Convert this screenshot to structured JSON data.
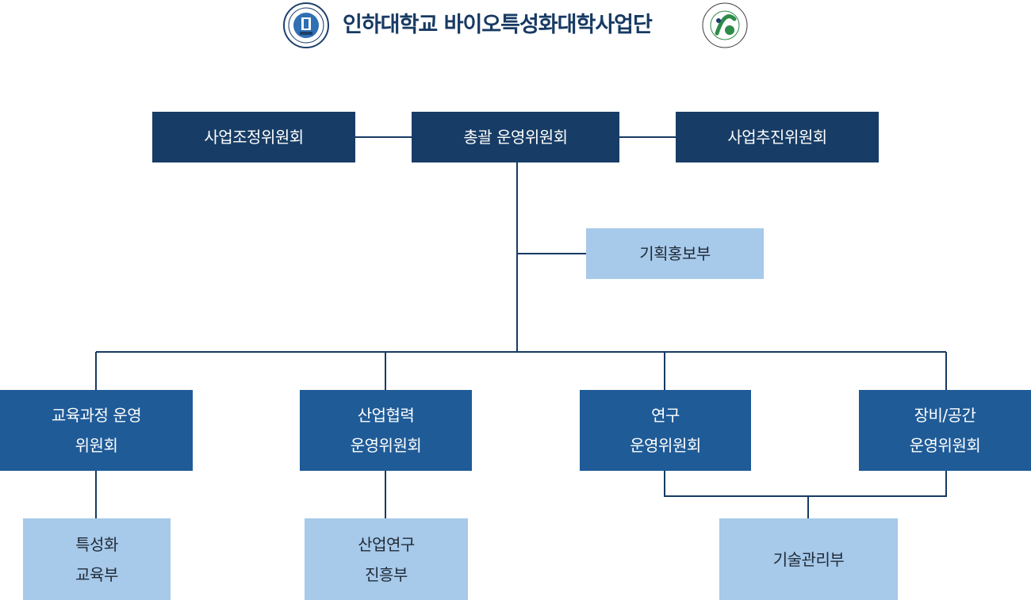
{
  "header": {
    "title": "인하대학교 바이오특성화대학사업단",
    "left_logo_icon": "inha-university-seal-icon",
    "right_logo_icon": "bioedu-innovation-group-logo-icon"
  },
  "colors": {
    "dark_box": "#173d66",
    "mid_box": "#1f5b97",
    "light_box": "#a7c9ea",
    "line": "#173a63",
    "title": "#173a63"
  },
  "org": {
    "top_left": {
      "label": "사업조정위원회"
    },
    "top_center": {
      "label": "총괄 운영위원회"
    },
    "top_right": {
      "label": "사업추진위원회"
    },
    "planning": {
      "label": "기획홍보부"
    },
    "committees": [
      {
        "line1": "교육과정 운영",
        "line2": "위원회"
      },
      {
        "line1": "산업협력",
        "line2": "운영위원회"
      },
      {
        "line1": "연구",
        "line2": "운영위원회"
      },
      {
        "line1": "장비/공간",
        "line2": "운영위원회"
      }
    ],
    "departments": [
      {
        "line1": "특성화",
        "line2": "교육부"
      },
      {
        "line1": "산업연구",
        "line2": "진흥부"
      },
      {
        "line1": "기술관리부"
      }
    ]
  }
}
